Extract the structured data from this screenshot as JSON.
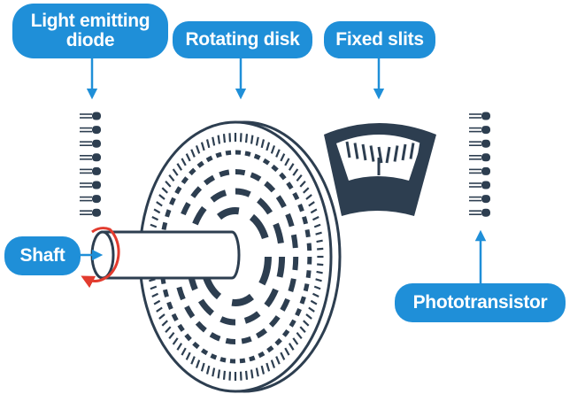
{
  "labels": {
    "led": "Light emitting diode",
    "disk": "Rotating disk",
    "slits": "Fixed slits",
    "shaft": "Shaft",
    "phototransistor": "Phototransistor"
  },
  "colors": {
    "label_bg": "#1f8fd8",
    "label_text": "#ffffff",
    "ink": "#2d3e50",
    "arrow": "#1f8fd8",
    "rotation_arrow": "#e23b2e"
  },
  "icons": {
    "led_array": "led-array-icon",
    "photo_array": "phototransistor-array-icon",
    "rotation": "rotation-arrow-icon"
  }
}
